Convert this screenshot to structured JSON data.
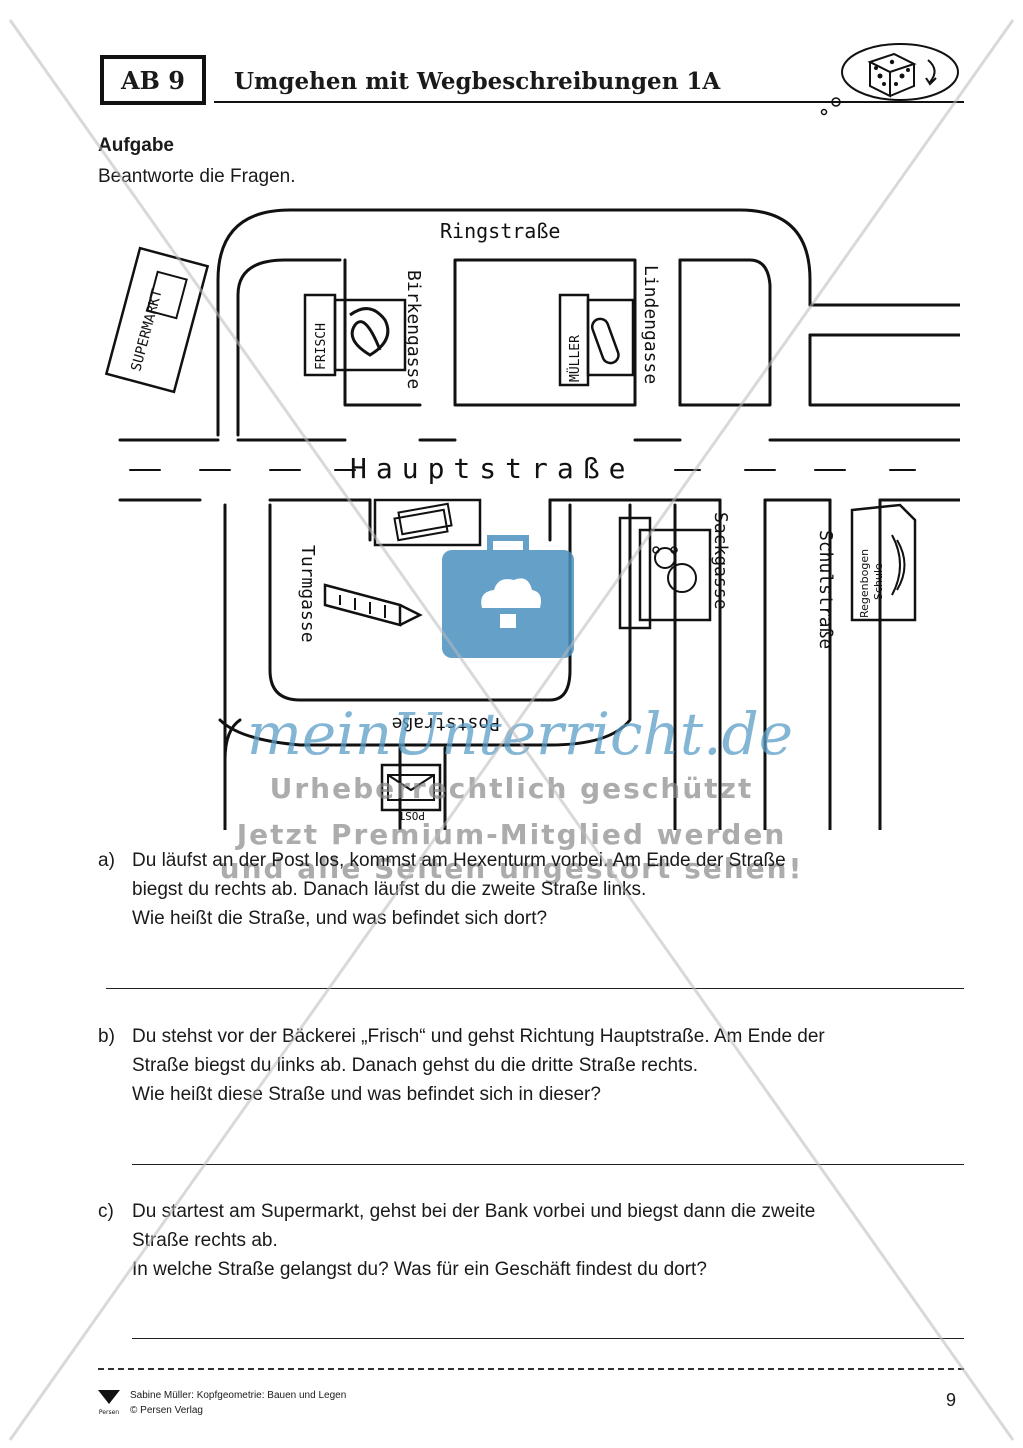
{
  "header": {
    "sheet_label": "AB 9",
    "title": "Umgehen mit Wegbeschreibungen 1A",
    "dice_icon": "dice-thought-bubble-icon"
  },
  "task": {
    "heading": "Aufgabe",
    "instruction": "Beantworte die Fragen."
  },
  "map": {
    "streets": {
      "ring": "Ringstraße",
      "birken": "Birkengasse",
      "linden": "Lindengasse",
      "haupt": "Hauptstraße",
      "turm": "Turmgasse",
      "sack": "Sackgasse",
      "schul": "Schulstraße",
      "post": "Poststraße"
    },
    "shops": {
      "supermarkt": "SUPERMARKT",
      "frisch": "FRISCH",
      "mueller": "MÜLLER",
      "schule_line1": "Regenbogen",
      "schule_line2": "Schule",
      "post": "POST"
    },
    "icons": [
      "pretzel-icon",
      "sausage-icon",
      "money-icon",
      "teddy-bear-icon",
      "tower-icon",
      "rainbow-icon",
      "envelope-icon"
    ]
  },
  "watermark": {
    "site": "meinUnterricht.de",
    "line1": "Urheberrechtlich geschützt",
    "line2": "Jetzt Premium-Mitglied werden",
    "line3": "und alle Seiten ungestört sehen!"
  },
  "questions": [
    {
      "letter": "a)",
      "lines": [
        "Du läufst an der Post los, kommst am Hexenturm vorbei. Am Ende der Straße",
        "biegst du rechts ab. Danach läufst du die zweite Straße links.",
        "Wie heißt die Straße, und was befindet sich dort?"
      ]
    },
    {
      "letter": "b)",
      "lines": [
        "Du stehst vor der Bäckerei „Frisch“ und gehst Richtung Hauptstraße. Am Ende der",
        "Straße biegst du links ab. Danach gehst du die dritte Straße rechts.",
        "Wie heißt diese Straße und was befindet sich in dieser?"
      ]
    },
    {
      "letter": "c)",
      "lines": [
        "Du startest am Supermarkt, gehst bei der Bank vorbei und biegst dann die zweite",
        "Straße rechts ab.",
        "In welche Straße gelangst du? Was für ein Geschäft findest du dort?"
      ]
    }
  ],
  "footer": {
    "line1": "Sabine Müller: Kopfgeometrie: Bauen und Legen",
    "line2": "© Persen Verlag",
    "page": "9",
    "publisher_logo_text": "Persen"
  }
}
